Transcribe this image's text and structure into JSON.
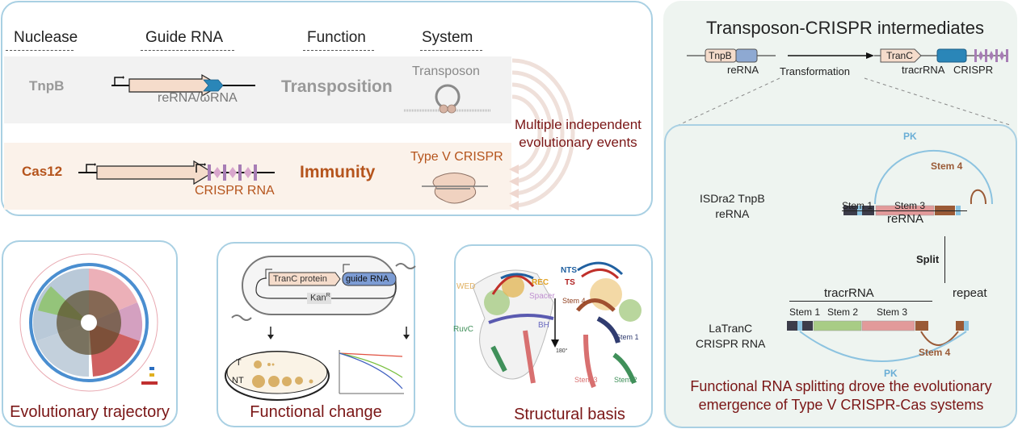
{
  "top_panel": {
    "headers": [
      "Nuclease",
      "Guide RNA",
      "Function",
      "System"
    ],
    "rows": [
      {
        "nuclease": "TnpB",
        "guide_label": "reRNA/ωRNA",
        "function": "Transposition",
        "system": "Transposon"
      },
      {
        "nuclease": "Cas12",
        "guide_label": "CRISPR RNA",
        "function": "Immunity",
        "system": "Type V CRISPR"
      }
    ],
    "arcs_label_line1": "Multiple independent",
    "arcs_label_line2": "evolutionary events"
  },
  "right_panel": {
    "title": "Transposon-CRISPR intermediates",
    "tnpb_gene": "TnpB",
    "rerna_label": "reRNA",
    "transformation_label": "Transformation",
    "tranc_gene": "TranC",
    "tracrrna_label": "tracrRNA",
    "crispr_label": "CRISPR",
    "inset": {
      "top_name_line1": "ISDra2 TnpB",
      "top_name_line2": "reRNA",
      "pk_label": "PK",
      "stem4_label": "Stem 4",
      "stem1_label": "Stem 1",
      "stem3_label": "Stem 3",
      "rerna_bracket": "reRNA",
      "split_label": "Split",
      "tracr_bracket": "tracrRNA",
      "repeat_label": "repeat",
      "bottom_stem1": "Stem 1",
      "bottom_stem2": "Stem 2",
      "bottom_stem3": "Stem 3",
      "bottom_name_line1": "LaTranC",
      "bottom_name_line2": "CRISPR RNA",
      "bottom_stem4": "Stem 4",
      "bottom_pk": "PK"
    },
    "conclusion_line1": "Functional RNA splitting drove the evolutionary",
    "conclusion_line2": "emergence of Type V CRISPR-Cas systems"
  },
  "bottom_panels": [
    {
      "caption": "Evolutionary trajectory"
    },
    {
      "caption": "Functional change",
      "protein_label": "TranC protein",
      "guide_label": "guide RNA",
      "marker_label": "Kan",
      "marker_superscript": "R",
      "plate_row1": "T",
      "plate_row2": "NT"
    },
    {
      "caption": "Structural basis",
      "labels_left": [
        "WED",
        "REC",
        "Spacer",
        "RuvC",
        "BH"
      ],
      "labels_right": [
        "NTS",
        "TS",
        "Stem 4",
        "Stem 1",
        "Stem 3",
        "Stem 2"
      ],
      "rotation": "180°"
    }
  ],
  "colors": {
    "panel_border": "#a9d0e3",
    "caption_red": "#7a1616",
    "cas12_orange": "#b5541c",
    "tnpb_gray": "#999999",
    "gene_fill": "#f5dccb",
    "rerna_blue": "#2a86b8",
    "crispr_purple": "#a77db5",
    "stem3_pink": "#e29a9a",
    "stem2_green": "#a8cc85",
    "stem4_brown": "#9a5a36",
    "pk_blue": "#8cc3e0"
  }
}
